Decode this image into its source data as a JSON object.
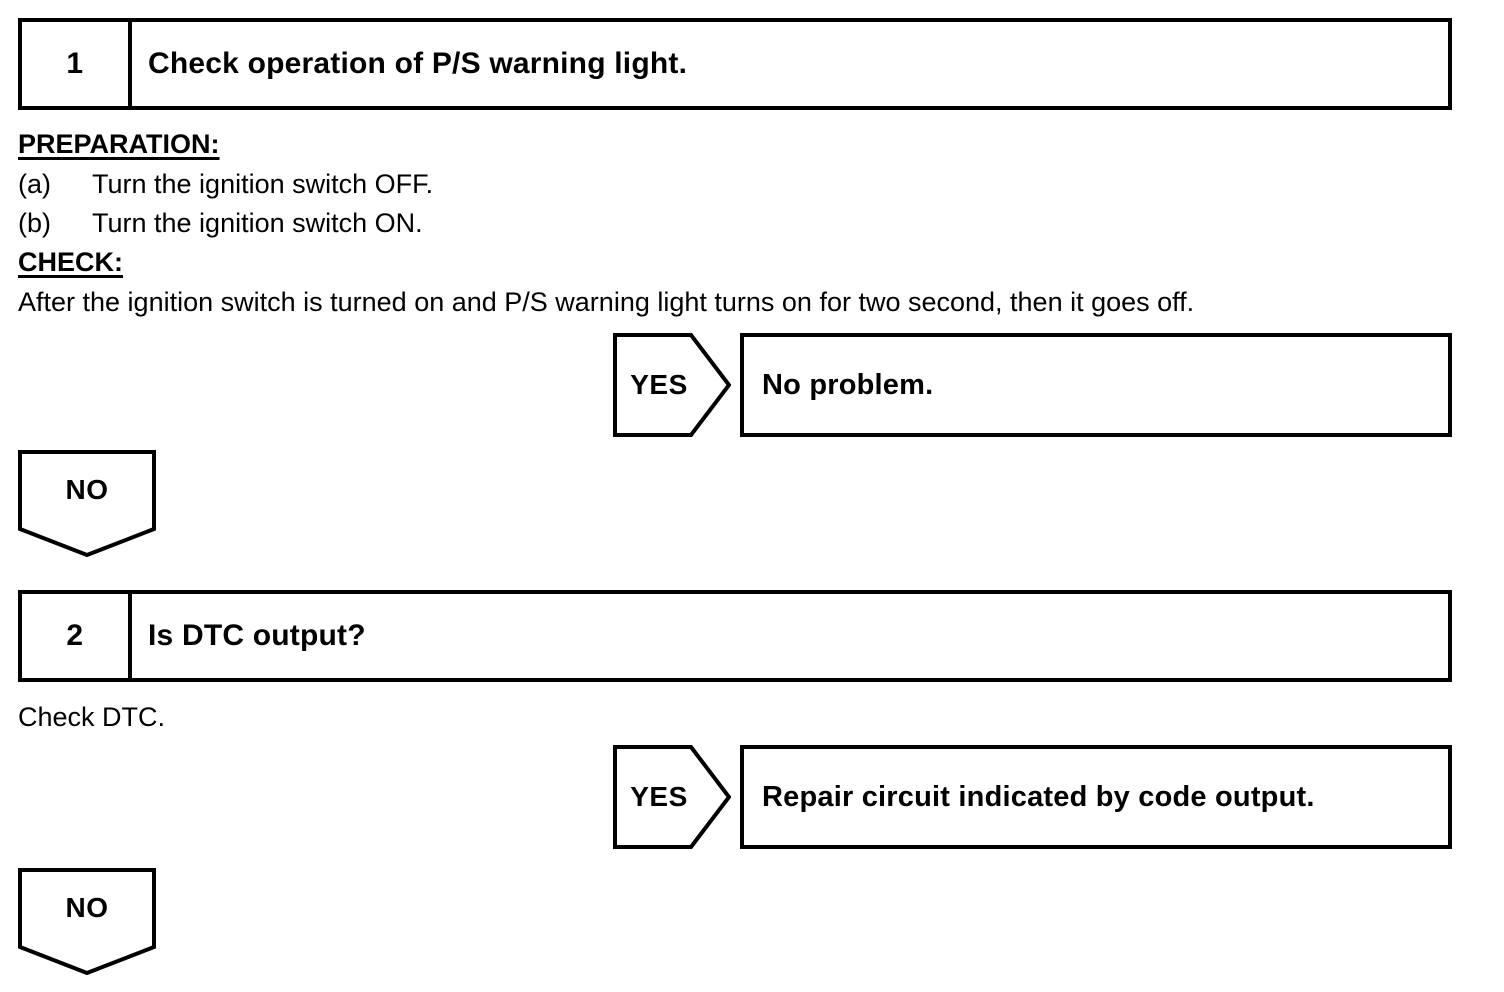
{
  "document": {
    "type": "troubleshooting-flowchart",
    "ink_color": "#000000",
    "background_color": "#ffffff"
  },
  "steps": [
    {
      "number": "1",
      "title": "Check operation of P/S warning light.",
      "preparation_heading": "PREPARATION:",
      "preparation_items": [
        {
          "label": "(a)",
          "text": "Turn the ignition switch OFF."
        },
        {
          "label": "(b)",
          "text": "Turn the ignition switch ON."
        }
      ],
      "check_heading": "CHECK:",
      "check_text": "After the ignition switch is turned on and P/S warning light turns on for two second, then it goes off.",
      "yes_label": "YES",
      "yes_result": "No problem.",
      "no_label": "NO"
    },
    {
      "number": "2",
      "title": "Is DTC output?",
      "note": "Check DTC.",
      "yes_label": "YES",
      "yes_result": "Repair circuit indicated by code output.",
      "no_label": "NO"
    }
  ]
}
